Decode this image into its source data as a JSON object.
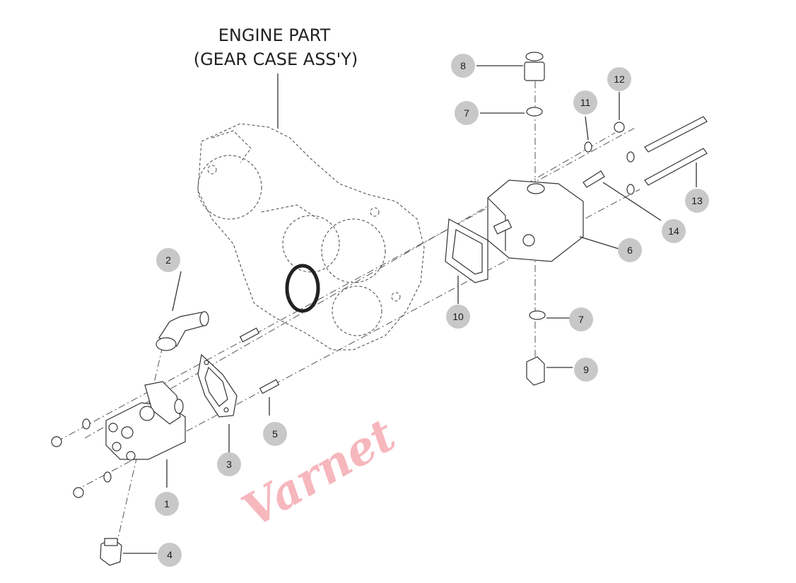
{
  "title": {
    "line1": "ENGINE PART",
    "line2": "(GEAR CASE ASS'Y)"
  },
  "watermark": "Varnet",
  "colors": {
    "callout_fill": "#c8c8c8",
    "watermark": "#f4a0a8"
  },
  "callouts": [
    {
      "id": "c1",
      "label": "1"
    },
    {
      "id": "c2",
      "label": "2"
    },
    {
      "id": "c3",
      "label": "3"
    },
    {
      "id": "c4",
      "label": "4"
    },
    {
      "id": "c5",
      "label": "5"
    },
    {
      "id": "c6",
      "label": "6"
    },
    {
      "id": "c7a",
      "label": "7"
    },
    {
      "id": "c7b",
      "label": "7"
    },
    {
      "id": "c8",
      "label": "8"
    },
    {
      "id": "c9",
      "label": "9"
    },
    {
      "id": "c10",
      "label": "10"
    },
    {
      "id": "c11",
      "label": "11"
    },
    {
      "id": "c12",
      "label": "12"
    },
    {
      "id": "c13",
      "label": "13"
    },
    {
      "id": "c14",
      "label": "14"
    }
  ]
}
